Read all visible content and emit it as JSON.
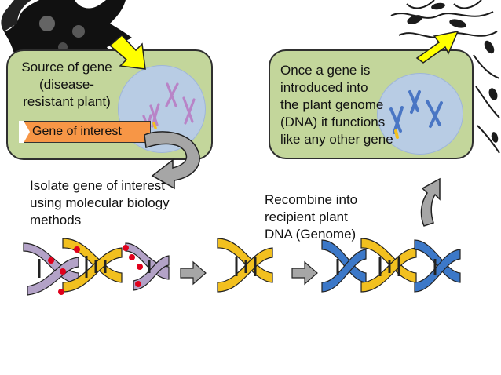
{
  "source_box": {
    "title_lines": [
      "Source of gene",
      "(disease-",
      "resistant plant)"
    ],
    "gene_label": "Gene of interest"
  },
  "result_box": {
    "lines": [
      "Once a gene is",
      "introduced into",
      "the plant genome",
      "(DNA) it functions",
      "like any other gene"
    ]
  },
  "steps": {
    "isolate_lines": [
      "Isolate gene of interest",
      "using molecular biology",
      "methods"
    ],
    "recombine_lines": [
      "Recombine into",
      "recipient plant",
      "DNA (Genome)"
    ]
  },
  "colors": {
    "box_fill": "#c3d69b",
    "cell_fill": "#b8cce4",
    "gene_label": "#f79646",
    "yellow_arrow": "#ffff00",
    "dna_gold": "#f2c01f",
    "dna_lavender": "#b3a2c7",
    "dna_blue": "#3c78c8",
    "chromosome_pink": "#b884c7",
    "chromosome_blue": "#4a76c4",
    "gray_arrow": "#a6a6a6",
    "red_dot": "#e0001b"
  },
  "icons": [
    "plant-silhouette",
    "chromosome",
    "dna-helix",
    "curved-arrow",
    "block-arrow",
    "red-dots"
  ]
}
